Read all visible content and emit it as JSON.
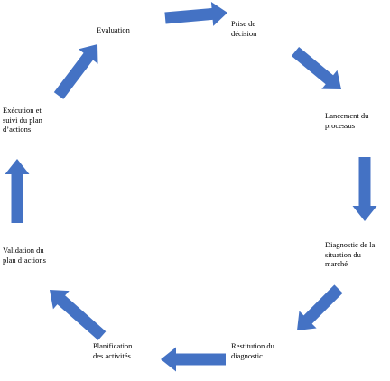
{
  "diagram": {
    "arrow_color": "#4472c4",
    "steps": [
      {
        "id": "evaluation",
        "label": "Evaluation"
      },
      {
        "id": "decision",
        "label": "Prise de\ndécision"
      },
      {
        "id": "launch",
        "label": "Lancement du\nprocessus"
      },
      {
        "id": "diagnostic",
        "label": "Diagnostic de la\nsituation du\nmarché"
      },
      {
        "id": "restitution",
        "label": "Restitution du\ndiagnostic"
      },
      {
        "id": "planning",
        "label": "Planification\ndes activités"
      },
      {
        "id": "validation",
        "label": "Validation du\nplan d’actions"
      },
      {
        "id": "execution",
        "label": "Exécution et\nsuivi du plan\nd’actions"
      }
    ]
  }
}
